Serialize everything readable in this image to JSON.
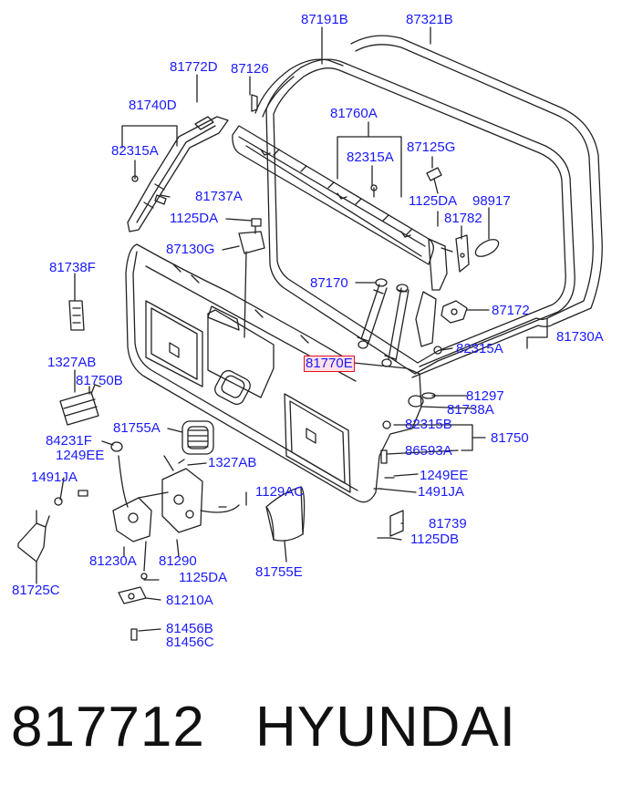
{
  "colors": {
    "label": "#1a1aff",
    "line": "#222222",
    "highlight_border": "#e0102a",
    "highlight_fill": "#ffe0e6"
  },
  "labels": {
    "p87191B": "87191B",
    "p87321B": "87321B",
    "p81772D": "81772D",
    "p87126": "87126",
    "p81740D": "81740D",
    "p82315A_1": "82315A",
    "p81760A": "81760A",
    "p82315A_2": "82315A",
    "p87125G": "87125G",
    "p81737A": "81737A",
    "p1125DA_1": "1125DA",
    "p1125DA_2": "1125DA",
    "p98917": "98917",
    "p81782": "81782",
    "p87130G": "87130G",
    "p81738F": "81738F",
    "p87170": "87170",
    "p87172": "87172",
    "p82315A_3": "82315A",
    "p81730A": "81730A",
    "p1327AB_1": "1327AB",
    "p81770E": "81770E",
    "p81750B": "81750B",
    "p81297": "81297",
    "p81738A": "81738A",
    "p81755A": "81755A",
    "p82315B": "82315B",
    "p84231F": "84231F",
    "p81750": "81750",
    "p1249EE_1": "1249EE",
    "p86593A": "86593A",
    "p1327AB_2": "1327AB",
    "p1249EE_2": "1249EE",
    "p1491JA_1": "1491JA",
    "p1129AC": "1129AC",
    "p1491JA_2": "1491JA",
    "p81739": "81739",
    "p1125DB": "1125DB",
    "p81230A": "81230A",
    "p81290": "81290",
    "p1125DA_3": "1125DA",
    "p81755E": "81755E",
    "p81725C": "81725C",
    "p81210A": "81210A",
    "p81456B": "81456B",
    "p81456C": "81456C"
  },
  "footer": {
    "part_number": "817712",
    "brand": "HYUNDAI"
  }
}
